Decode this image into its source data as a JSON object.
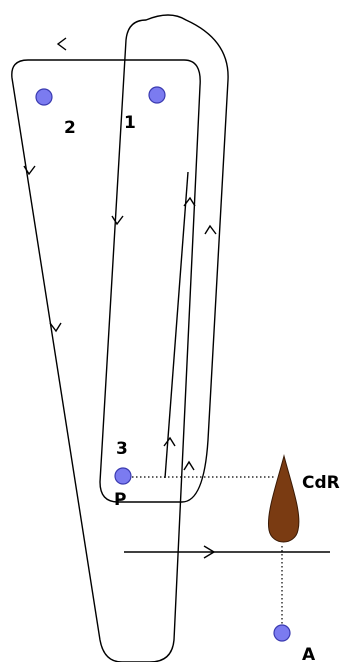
{
  "diagram": {
    "colors": {
      "line": "#000000",
      "point_fill": "#7b7bf0",
      "point_stroke": "#3a3ab0",
      "marker_fill": "#7a3b12",
      "marker_stroke": "#3a1a05"
    },
    "points": [
      {
        "id": "2",
        "label": "2"
      },
      {
        "id": "1",
        "label": "1"
      },
      {
        "id": "3",
        "label": "3"
      },
      {
        "id": "P",
        "label": "P"
      },
      {
        "id": "A",
        "label": "A"
      }
    ],
    "marker": {
      "label": "CdR",
      "shape": "teardrop"
    },
    "icons": {
      "point": "circle-dot",
      "arrow": "arrow-icon",
      "marker": "teardrop-marker"
    }
  }
}
